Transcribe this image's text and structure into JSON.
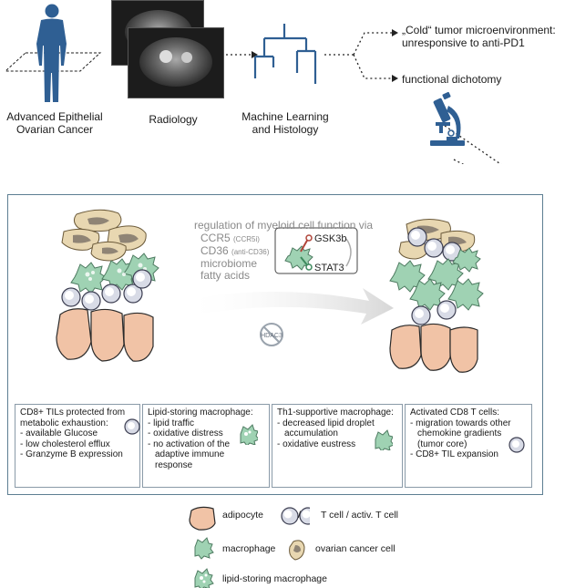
{
  "top": {
    "figure_label": "Advanced Epithelial Ovarian Cancer",
    "figure_label_lines": [
      "Advanced Epithelial",
      "Ovarian Cancer"
    ],
    "radiology_label": "Radiology",
    "ml_label_lines": [
      "Machine Learning",
      "and Histology"
    ],
    "cold_tumor_lines": [
      "„Cold“ tumor microenvironment:",
      "unresponsive to anti-PD1"
    ],
    "dichotomy": "functional dichotomy"
  },
  "mechanism": {
    "title": "regulation of myeloid cell function via",
    "ccr5": "CCR5",
    "ccr5_note": "(CCR5i)",
    "cd36": "CD36",
    "cd36_note": "(anti-CD36)",
    "microbiome": "microbiome",
    "fatty_acids": "fatty acids",
    "gsk3b": "GSK3b",
    "stat3": "STAT3",
    "hdac3": "HDAC3"
  },
  "boxes": [
    {
      "lines": [
        "CD8+ TILs  protected from",
        "metabolic exhaustion:",
        "- available Glucose",
        "- low cholesterol efflux",
        "- Granzyme B expression"
      ]
    },
    {
      "lines": [
        "Lipid-storing macrophage:",
        "- lipid traffic",
        "- oxidative distress",
        "- no activation of the",
        "adaptive immune response"
      ]
    },
    {
      "lines": [
        "Th1-supportive macrophage:",
        "- decreased lipid droplet",
        "accumulation",
        "- oxidative eustress"
      ]
    },
    {
      "lines": [
        "Activated CD8 T cells:",
        "- migration towards other",
        "chemokine gradients",
        "(tumor core)",
        "- CD8+ TIL expansion"
      ]
    }
  ],
  "legend": {
    "adipocyte": "adipocyte",
    "slash": "/",
    "tcell": "T cell / activ. T cell",
    "macrophage": "macrophage",
    "cancer_cell": "ovarian cancer cell",
    "lipid_macrophage": "lipid-storing macrophage"
  },
  "colors": {
    "blue": "#2f5f93",
    "frame": "#5d7e92",
    "adipocyte": "#f1c3a6",
    "macrophage": "#9fd2b3",
    "cancer": "#e8d7b1",
    "tcell": "#d8dbe6"
  }
}
